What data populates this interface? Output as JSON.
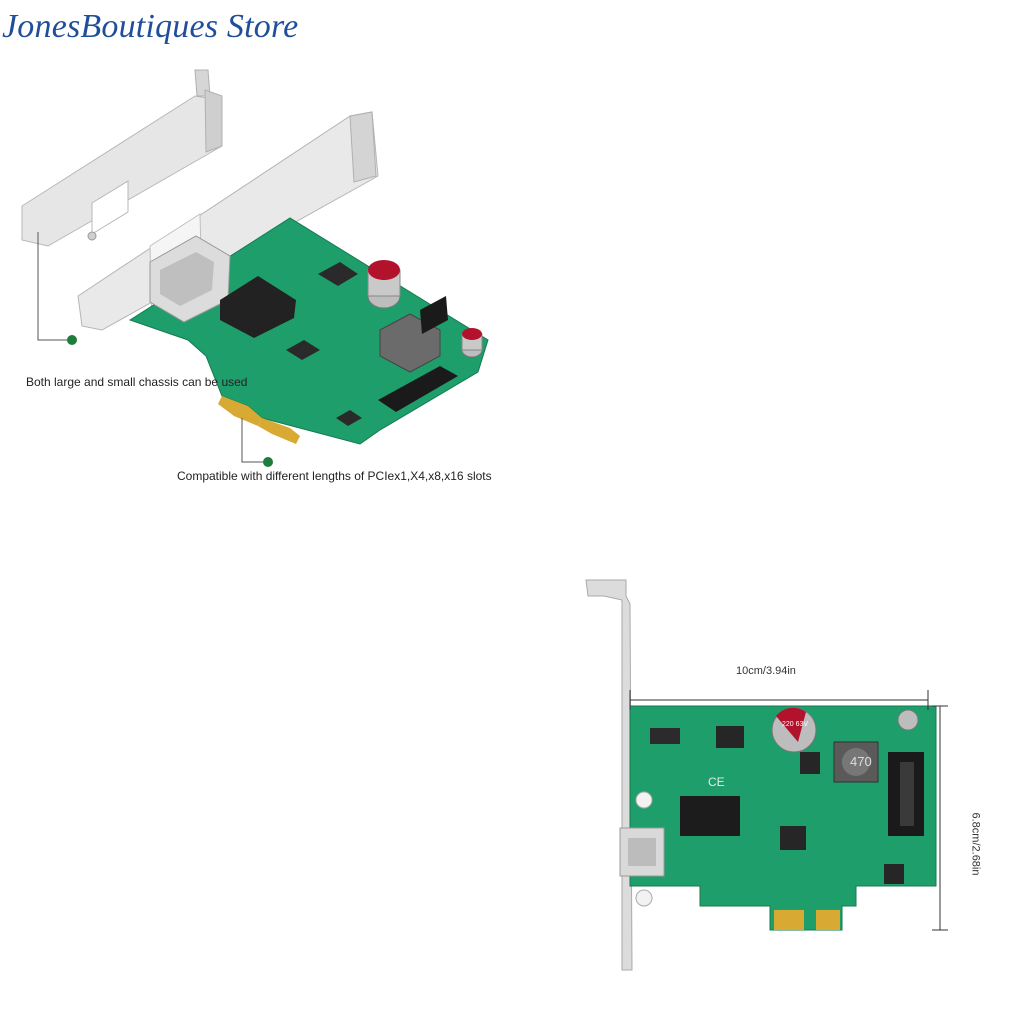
{
  "store": {
    "name": "JonesBoutiques Store"
  },
  "callouts": {
    "chassis": "Both large and small chassis can be used",
    "slots": "Compatible with different lengths of PCIex1,X4,x8,x16 slots"
  },
  "dimensions": {
    "width": "10cm/3.94in",
    "height": "6.8cm/2.68in"
  },
  "board_marks": {
    "cap_top": "220 63V",
    "inductor": "470",
    "ce": "CE"
  },
  "colors": {
    "brand_text": "#1f4e9a",
    "pcb_green": "#1e9e6b",
    "bracket_silver": "#d9d9d9",
    "gold_fingers": "#d8a933",
    "callout_dot": "#1e7d3a"
  }
}
